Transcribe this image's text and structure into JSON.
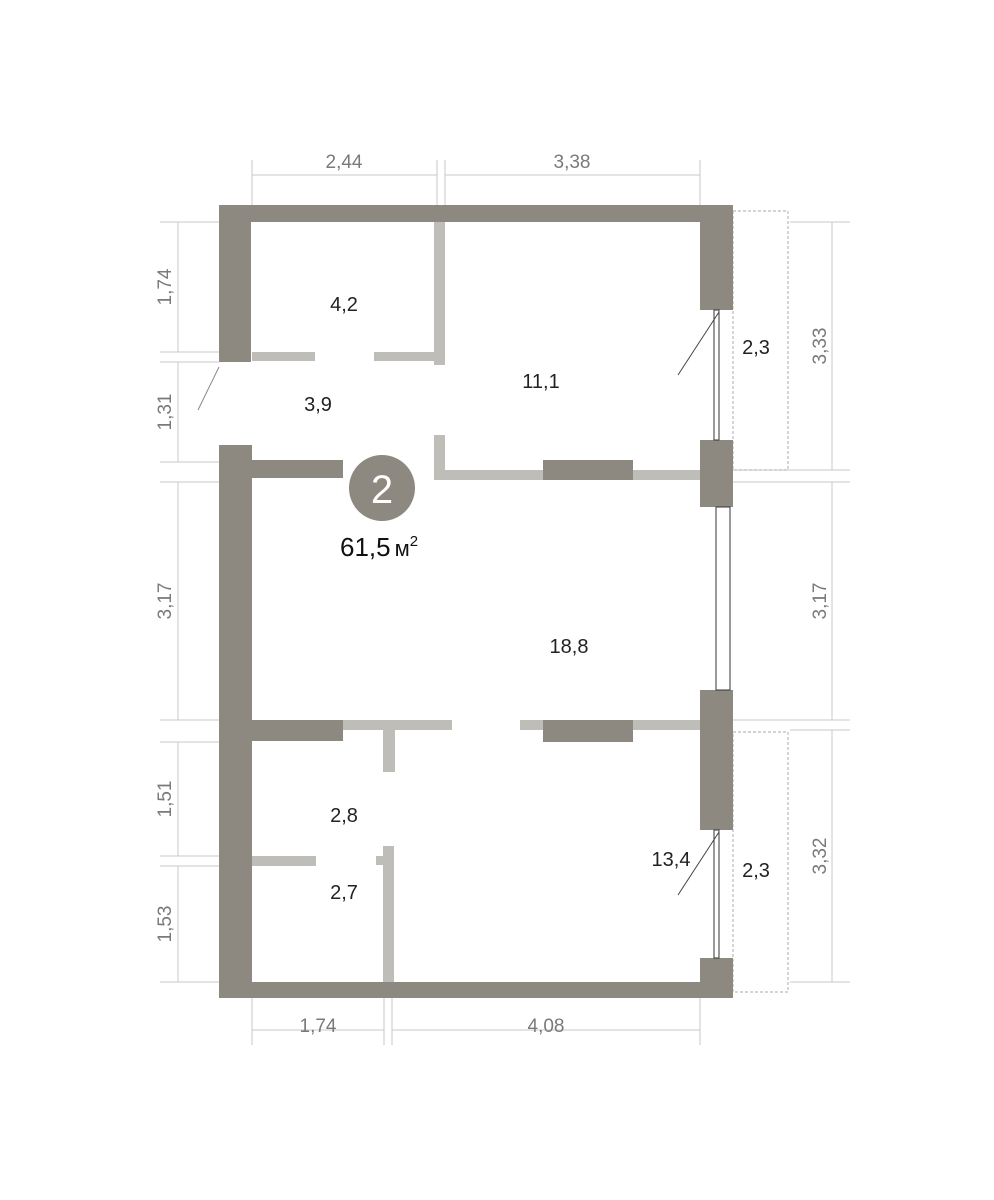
{
  "apartment": {
    "number": "2",
    "total_area": "61,5",
    "unit": "м",
    "unit_sup": "2"
  },
  "rooms": [
    {
      "id": "storage",
      "area": "4,2"
    },
    {
      "id": "hall",
      "area": "3,9"
    },
    {
      "id": "kitchen",
      "area": "11,1"
    },
    {
      "id": "balcony-top",
      "area": "2,3"
    },
    {
      "id": "living",
      "area": "18,8"
    },
    {
      "id": "bathroom",
      "area": "2,8"
    },
    {
      "id": "toilet",
      "area": "2,7"
    },
    {
      "id": "bedroom",
      "area": "13,4"
    },
    {
      "id": "balcony-bottom",
      "area": "2,3"
    }
  ],
  "dimensions": {
    "top": [
      "2,44",
      "3,38"
    ],
    "bottom": [
      "1,74",
      "4,08"
    ],
    "left": [
      "1,74",
      "1,31",
      "3,17",
      "1,51",
      "1,53"
    ],
    "right": [
      "3,33",
      "3,17",
      "3,32"
    ]
  },
  "colors": {
    "wall": "#8d8980",
    "partition": "#bfbdb8"
  }
}
